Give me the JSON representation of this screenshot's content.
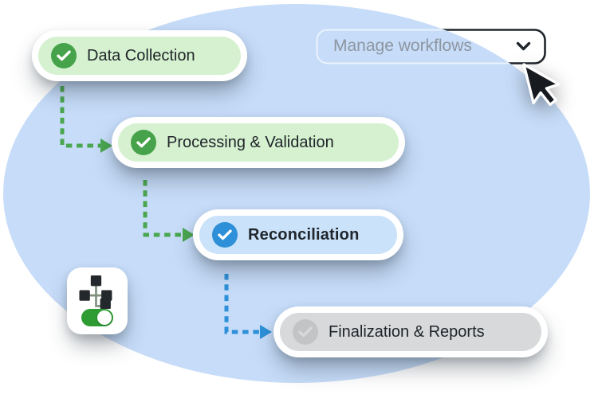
{
  "scene": {
    "background_color": "#ffffff",
    "blob_color": "#c6dcf8"
  },
  "dropdown": {
    "label": "Manage workflows",
    "text_color": "#8d95a0",
    "chevron_icon": "chevron-down-icon",
    "border_color_over_blob": "rgba(255,255,255,0.65)",
    "border_color_outside_blob": "#20262c"
  },
  "workflow": {
    "steps": [
      {
        "label": "Data Collection",
        "state": "completed",
        "pill_color": "#d5f1cf",
        "badge_color": "#46a34b",
        "badge_icon": "check-icon"
      },
      {
        "label": "Processing & Validation",
        "state": "completed",
        "pill_color": "#d5f1cf",
        "badge_color": "#46a34b",
        "badge_icon": "check-icon"
      },
      {
        "label": "Reconciliation",
        "state": "current",
        "pill_color": "#cae2fa",
        "badge_color": "#2d90d8",
        "badge_icon": "check-icon"
      },
      {
        "label": "Finalization & Reports",
        "state": "pending",
        "pill_color": "#d8d9da",
        "badge_color": "#c2c4c6",
        "badge_icon": "check-icon"
      }
    ],
    "connectors": [
      {
        "from": "Data Collection",
        "to": "Processing & Validation",
        "style": "dashed-elbow-arrow",
        "color": "#4aa64f"
      },
      {
        "from": "Processing & Validation",
        "to": "Reconciliation",
        "style": "dashed-elbow-arrow",
        "color": "#4aa64f"
      },
      {
        "from": "Reconciliation",
        "to": "Finalization & Reports",
        "style": "dashed-elbow-arrow",
        "color": "#2d90d8"
      }
    ]
  },
  "automation_card": {
    "icon": "workflow-sitemap-icon",
    "toggle": {
      "state": "on",
      "on_color": "#2e9b33"
    }
  },
  "cursor": {
    "icon": "mouse-pointer-icon",
    "color": "#171b20"
  }
}
